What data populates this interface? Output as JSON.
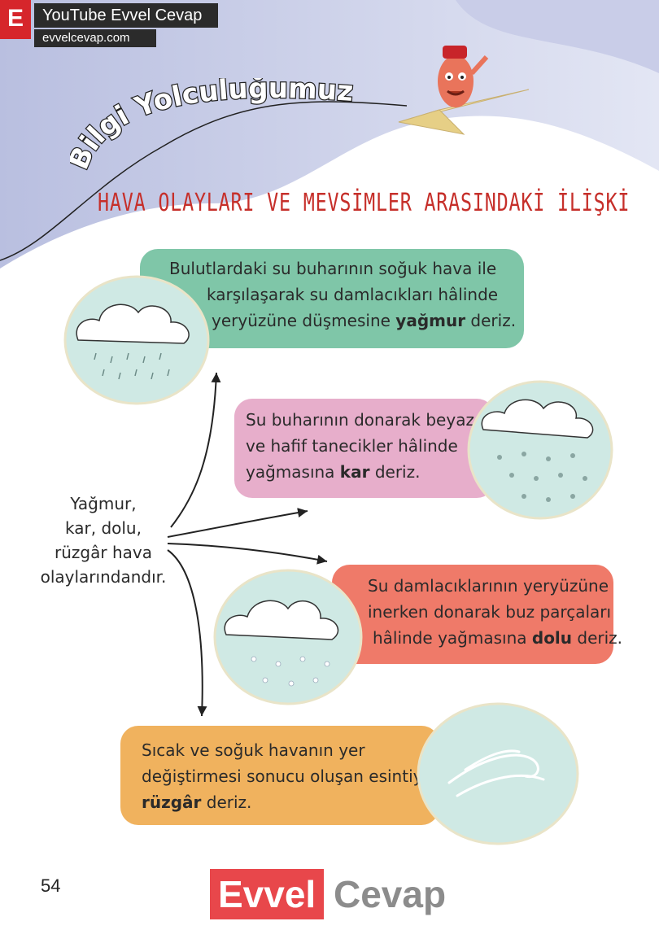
{
  "brand": {
    "badge": "E",
    "channel": "YouTube Evvel Cevap",
    "url": "evvelcevap.com"
  },
  "banner": {
    "title": "Bilgi Yolculuğumuz"
  },
  "heading": "HAVA OLAYLARI VE MEVSİMLER ARASINDAKİ İLİŞKİ",
  "side_text": {
    "lines": [
      "Yağmur,",
      "kar, dolu,",
      "rüzgâr hava",
      "olaylarındandır."
    ]
  },
  "rain": {
    "line1": "Bulutlardaki su buharının soğuk hava ile",
    "line2": "karşılaşarak su damlacıkları hâlinde",
    "line3_pre": "yeryüzüne düşmesine ",
    "term": "yağmur",
    "line3_post": " deriz."
  },
  "snow": {
    "line1": "Su buharının donarak beyaz",
    "line2": "ve hafif tanecikler hâlinde",
    "line3_pre": "yağmasına ",
    "term": "kar",
    "line3_post": " deriz."
  },
  "hail": {
    "line1": "Su damlacıklarının yeryüzüne",
    "line2": "inerken donarak buz parçaları",
    "line3_pre": "hâlinde yağmasına ",
    "term": "dolu",
    "line3_post": " deriz."
  },
  "wind": {
    "line1": "Sıcak ve soğuk havanın yer",
    "line2": "değiştirmesi sonucu oluşan esintiye",
    "term": "rüzgâr",
    "line3_post": " deriz."
  },
  "footer": {
    "page_number": "54",
    "logo_left": "Evvel",
    "logo_right": "Cevap"
  },
  "colors": {
    "heading": "#c62f2a",
    "rain_box": "#7fc6a8",
    "snow_box": "#e7aecb",
    "hail_box": "#ef7a69",
    "wind_box": "#f0b25e",
    "circle_fill": "#cfe9e4"
  }
}
